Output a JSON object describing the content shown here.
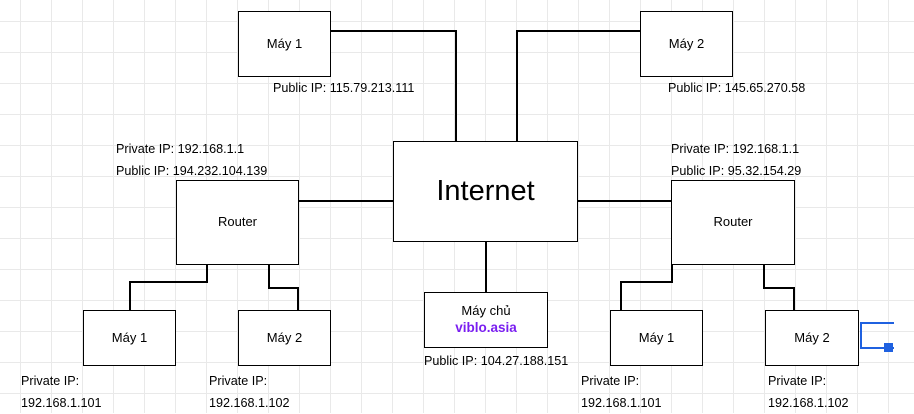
{
  "diagram": {
    "title": "Network topology with Internet, routers and hosts",
    "colors": {
      "stroke": "#000000",
      "grid": "#e9e9e9",
      "background": "#ffffff",
      "domain_text": "#7a1ef0",
      "selection": "#1f61e0"
    },
    "nodes": {
      "top_left_host": {
        "label": "Máy 1"
      },
      "top_right_host": {
        "label": "Máy 2"
      },
      "internet": {
        "label": "Internet"
      },
      "left_router": {
        "label": "Router"
      },
      "right_router": {
        "label": "Router"
      },
      "server": {
        "label": "Máy chủ",
        "domain": "viblo.asia"
      },
      "left_lan_host_1": {
        "label": "Máy 1"
      },
      "left_lan_host_2": {
        "label": "Máy 2"
      },
      "right_lan_host_1": {
        "label": "Máy 1"
      },
      "right_lan_host_2": {
        "label": "Máy 2"
      }
    },
    "labels": {
      "top_left_public_ip": "Public IP: 115.79.213.111",
      "top_right_public_ip": "Public IP: 145.65.270.58",
      "left_router_private_ip": "Private IP: 192.168.1.1",
      "left_router_public_ip": "Public IP: 194.232.104.139",
      "right_router_private_ip": "Private IP: 192.168.1.1",
      "right_router_public_ip": "Public IP: 95.32.154.29",
      "server_public_ip": "Public IP: 104.27.188.151",
      "left_host1_private_label": "Private IP:",
      "left_host1_private_value": "192.168.1.101",
      "left_host2_private_label": "Private IP:",
      "left_host2_private_value": "192.168.1.102",
      "right_host1_private_label": "Private IP:",
      "right_host1_private_value": "192.168.1.101",
      "right_host2_private_label": "Private IP:",
      "right_host2_private_value": "192.168.1.102"
    }
  }
}
